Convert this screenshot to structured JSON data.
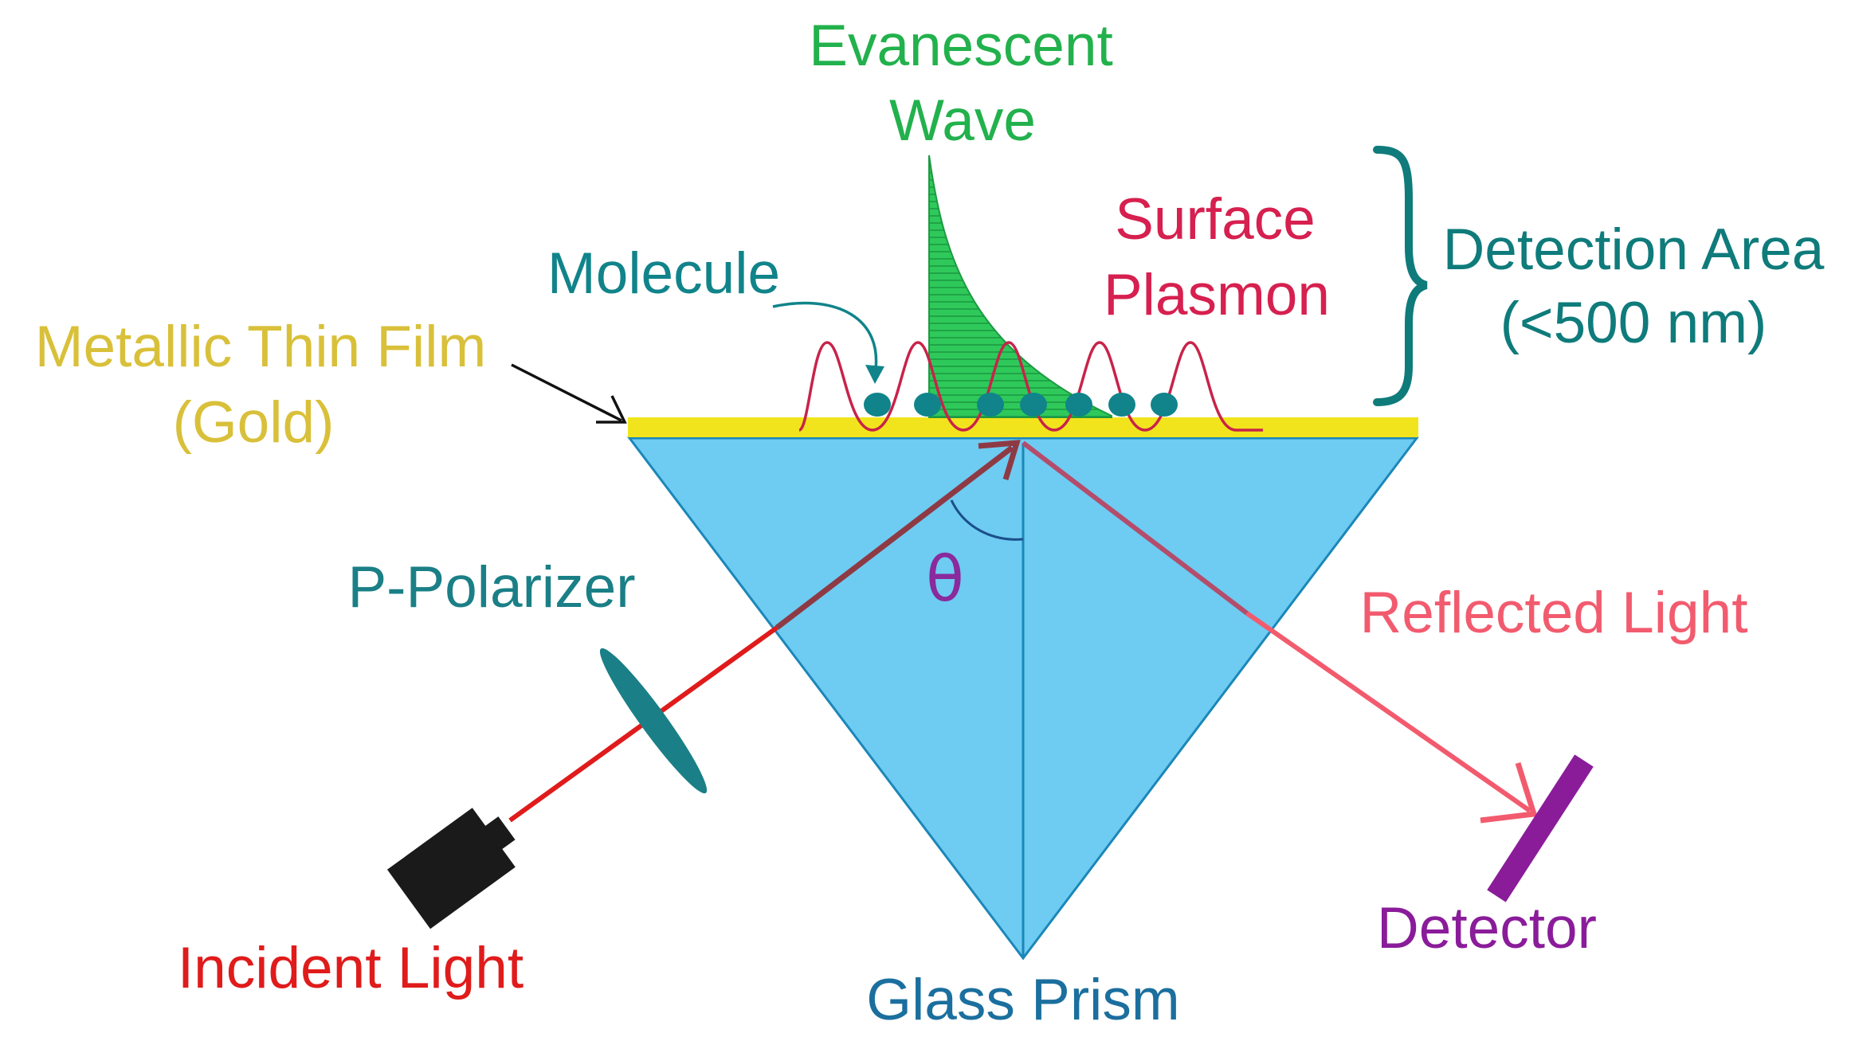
{
  "labels": {
    "evanescent_wave_line1": "Evanescent",
    "evanescent_wave_line2": "Wave",
    "surface_plasmon_line1": "Surface",
    "surface_plasmon_line2": "Plasmon",
    "detection_area_line1": "Detection Area",
    "detection_area_line2": "(<500 nm)",
    "molecule": "Molecule",
    "metallic_film_line1": "Metallic Thin Film",
    "metallic_film_line2": "(Gold)",
    "p_polarizer": "P-Polarizer",
    "theta": "θ",
    "reflected_light": "Reflected Light",
    "incident_light": "Incident Light",
    "glass_prism": "Glass Prism",
    "detector": "Detector"
  },
  "colors": {
    "evanescent": "#22b14c",
    "evanescent_fill": "#2ec95a",
    "plasmon": "#d6204f",
    "plasmon_wave": "#c8234a",
    "detection": "#0f7b7b",
    "molecule": "#10848a",
    "gold_text": "#d9c03a",
    "gold_film": "#f2e41c",
    "teal": "#1a7f86",
    "prism_fill": "#6ecbf1",
    "prism_edge": "#1b87b8",
    "theta": "#8a2a9c",
    "incident": "#e01b1b",
    "incident_in_prism": "#8e3a45",
    "reflected": "#f25b6e",
    "detector": "#8a1c9a",
    "laser": "#1a1a1a",
    "prism_text": "#1b6f9e"
  },
  "icons": {
    "laser_source": "laser-source-icon",
    "polarizer": "polarizer-lens-icon",
    "detector": "detector-plate-icon"
  }
}
